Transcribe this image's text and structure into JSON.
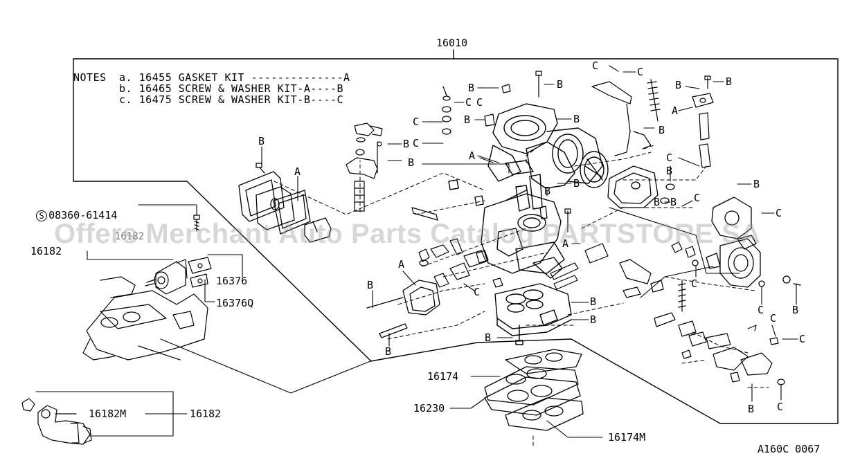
{
  "colors": {
    "line": "#000000",
    "watermark": "#969696"
  },
  "notes": {
    "heading": "NOTES",
    "line_a": "a. 16455 GASKET KIT --------------A",
    "line_b": "b. 16465 SCREW & WASHER KIT-A----B",
    "line_c": "c. 16475 SCREW & WASHER KIT-B----C"
  },
  "labels": {
    "p16010": "16010",
    "p08360": "08360-61414",
    "s_mark": "S",
    "p16182_left": "16182",
    "p16376": "16376",
    "p16376q": "16376Q",
    "p16182m": "16182M",
    "p16182_bottom": "16182",
    "p16174": "16174",
    "p16230": "16230",
    "p16174m": "16174M",
    "code": "A160C 0067",
    "ghost": "16182"
  },
  "letters": {
    "A": "A",
    "B": "B",
    "C": "C"
  },
  "watermark": "Offers Merchant Auto Parts Catalog PARTSTORE SA"
}
